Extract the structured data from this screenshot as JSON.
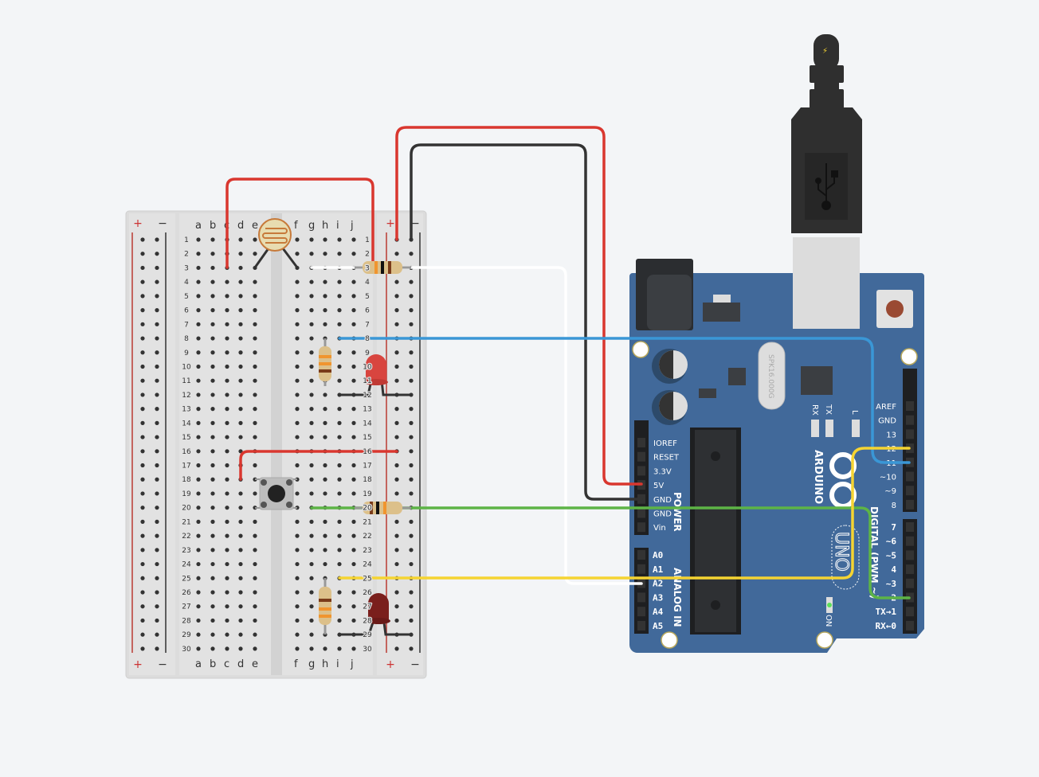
{
  "breadboard": {
    "columns_left": [
      "a",
      "b",
      "c",
      "d",
      "e"
    ],
    "columns_right": [
      "f",
      "g",
      "h",
      "i",
      "j"
    ],
    "rows": 30,
    "rail_plus": "+",
    "rail_minus": "−"
  },
  "arduino": {
    "brand": "ARDUINO",
    "model": "UNO",
    "crystal": "SPK16.000G",
    "power_header_title": "POWER",
    "power_pins": [
      "IOREF",
      "RESET",
      "3.3V",
      "5V",
      "GND",
      "GND",
      "Vin"
    ],
    "analog_header_title": "ANALOG IN",
    "analog_pins": [
      "A0",
      "A1",
      "A2",
      "A3",
      "A4",
      "A5"
    ],
    "digital_header_title": "DIGITAL (PWM ~)",
    "digital_pins_top": [
      "AREF",
      "GND",
      "13",
      "12",
      "~11",
      "~10",
      "~9",
      "8"
    ],
    "digital_pins_bottom": [
      "7",
      "~6",
      "~5",
      "4",
      "~3",
      "2",
      "TX→1",
      "RX←0"
    ],
    "led_labels": {
      "rx": "RX",
      "tx": "TX",
      "l": "L",
      "on": "ON"
    }
  },
  "colors": {
    "board": "#41699a",
    "wire_red": "#d9372f",
    "wire_black": "#333333",
    "wire_white": "#ffffff",
    "wire_blue": "#3a97d6",
    "wire_green": "#5db446",
    "wire_yellow": "#f5d432",
    "led_red": "#d8453f",
    "led_dark_red": "#7a1f1c"
  }
}
